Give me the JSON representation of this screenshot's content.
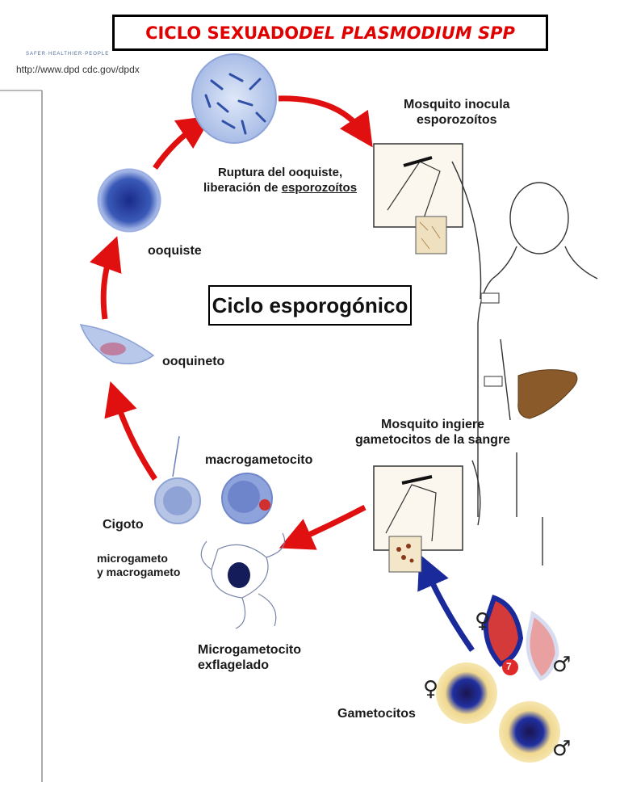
{
  "title": {
    "part1": "CICLO SEXUADO ",
    "part2": "DEL PLASMODIUM SPP"
  },
  "source": {
    "org": "SAFER·HEALTHIER·PEOPLE",
    "url": "http://www.dpd cdc.gov/dpdx"
  },
  "center_label": "Ciclo esporogónico",
  "labels": {
    "mosquito_inocula": [
      "Mosquito inocula",
      "esporozoítos"
    ],
    "ruptura": [
      "Ruptura del ooquiste,",
      "liberación de "
    ],
    "ruptura_underline": "esporozoítos",
    "ooquiste": "ooquiste",
    "ooquineto": "ooquineto",
    "mosquito_ingiere": [
      "Mosquito ingiere",
      "gametocitos de la sangre"
    ],
    "macrogametocito": "macrogametocito",
    "cigoto": "Cigoto",
    "micro_macro": [
      "microgameto",
      "y macrogameto"
    ],
    "microgametocito": [
      "Microgametocito",
      "exflagelado"
    ],
    "gametocitos": "Gametocitos"
  },
  "symbols": {
    "female": "♀",
    "male": "♂",
    "badge": "7"
  },
  "colors": {
    "title_red": "#e00000",
    "arrow_red": "#e01010",
    "arrow_blue": "#1a2a9a",
    "liver": "#8b5a2b"
  }
}
